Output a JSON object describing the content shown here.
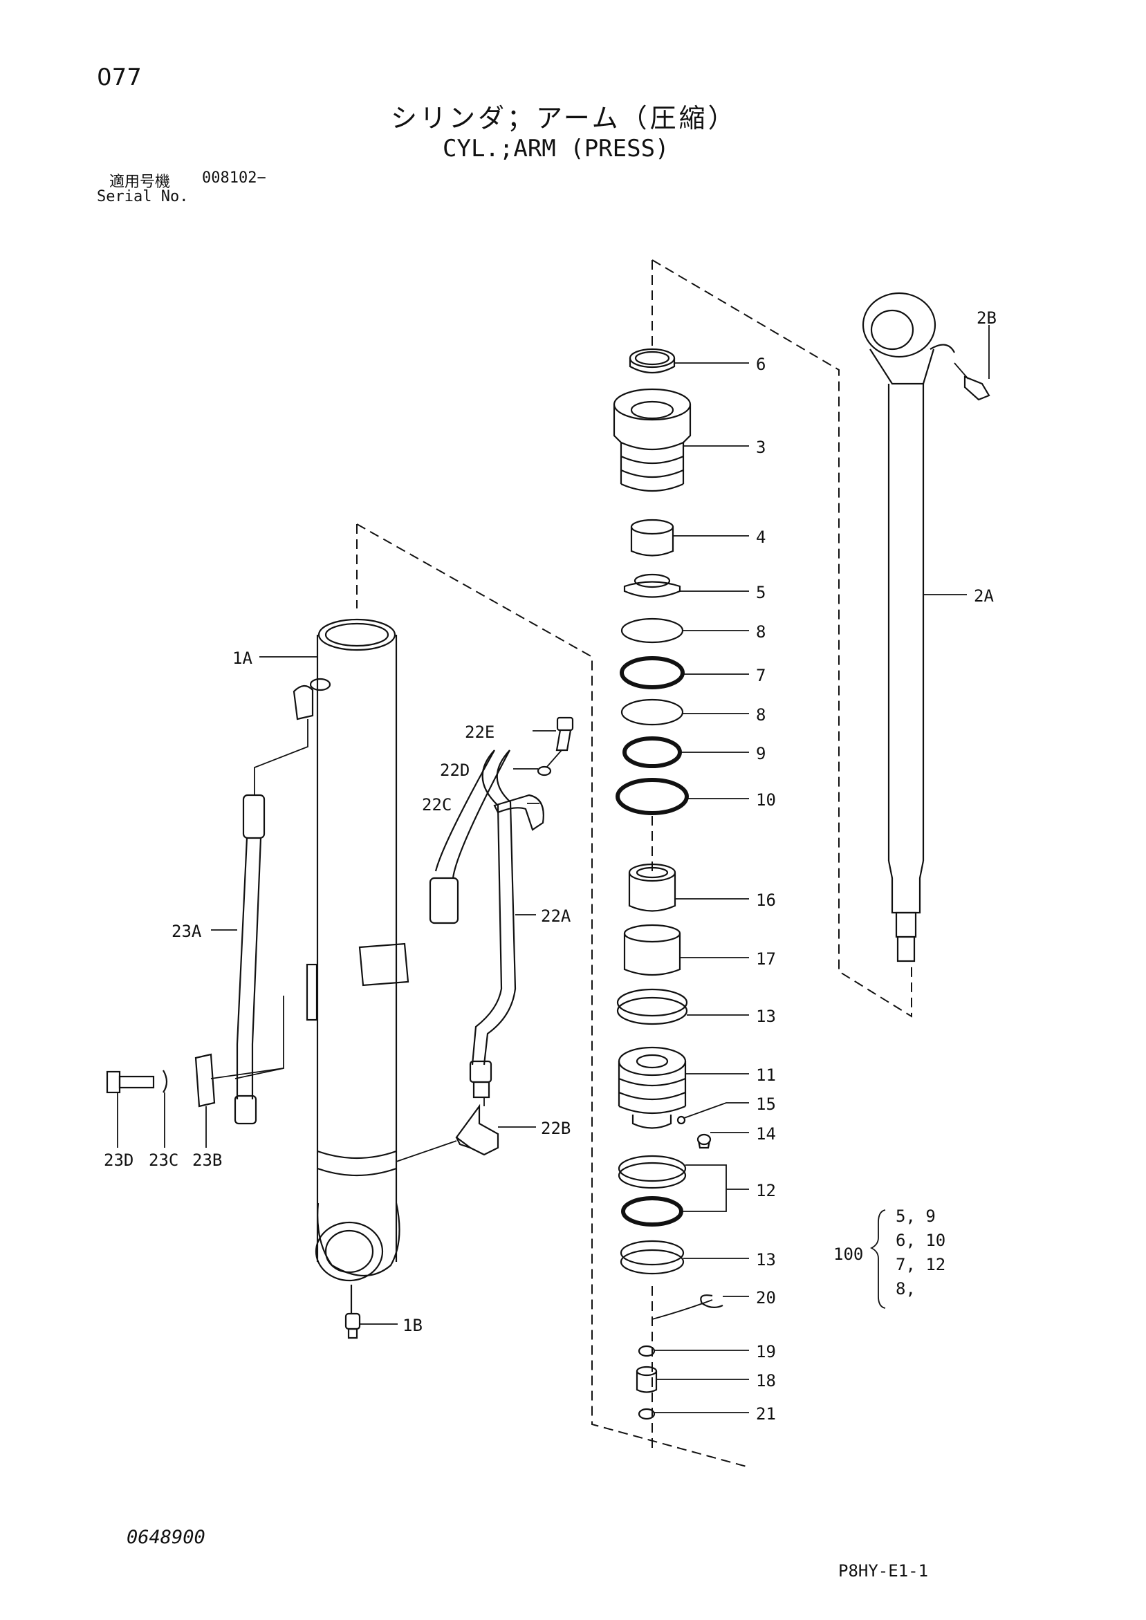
{
  "header": {
    "page_number": "077",
    "title_jp": "シリンダ；アーム（圧縮）",
    "title_en": "CYL.;ARM (PRESS)",
    "serial_label_jp": "適用号機",
    "serial_value": "008102−",
    "serial_label_en": "Serial No."
  },
  "callouts": {
    "p1A": "1A",
    "p1B": "1B",
    "p2A": "2A",
    "p2B": "2B",
    "p3": "3",
    "p4": "4",
    "p5": "5",
    "p6": "6",
    "p7": "7",
    "p8a": "8",
    "p8b": "8",
    "p9": "9",
    "p10": "10",
    "p11": "11",
    "p12": "12",
    "p13a": "13",
    "p13b": "13",
    "p14": "14",
    "p15": "15",
    "p16": "16",
    "p17": "17",
    "p18": "18",
    "p19": "19",
    "p20": "20",
    "p21": "21",
    "p22A": "22A",
    "p22B": "22B",
    "p22C": "22C",
    "p22D": "22D",
    "p22E": "22E",
    "p23A": "23A",
    "p23B": "23B",
    "p23C": "23C",
    "p23D": "23D"
  },
  "seal_kit": {
    "number": "100",
    "row1": "5, 9",
    "row2": "6, 10",
    "row3": "7, 12",
    "row4": "8,"
  },
  "footer": {
    "doc_code": "0648900",
    "page_code": "P8HY-E1-1"
  }
}
